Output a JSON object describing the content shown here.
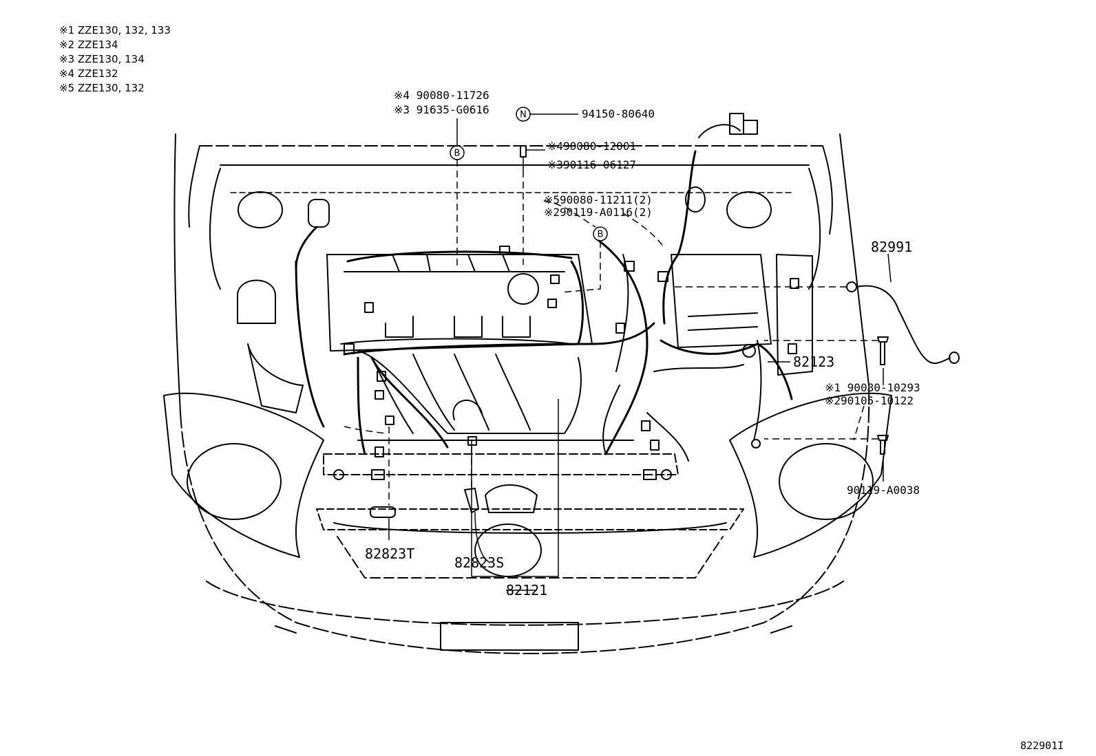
{
  "notes": [
    {
      "mark": "※1",
      "text": "ZZE130, 132, 133"
    },
    {
      "mark": "※2",
      "text": "ZZE134"
    },
    {
      "mark": "※3",
      "text": "ZZE130, 134"
    },
    {
      "mark": "※4",
      "text": "ZZE132"
    },
    {
      "mark": "※5",
      "text": "ZZE130, 132"
    }
  ],
  "callouts": {
    "c1": "※4  90080-11726",
    "c2": "※3  91635-G0616",
    "c3": "94150-80640",
    "c4": "※490080-12001",
    "c5": "※390116-06127",
    "c6": "※590080-11211(2)",
    "c7": "※290119-A0116(2)",
    "c8": "82991",
    "c9": "82123",
    "c10": "※1  90080-10293",
    "c11": "※290105-10122",
    "c12": "90119-A0038",
    "c13": "82823T",
    "c14": "82823S",
    "c15": "82121"
  },
  "markers": {
    "b1": "B",
    "b2": "B",
    "n1": "N"
  },
  "figure_code": "822901I"
}
